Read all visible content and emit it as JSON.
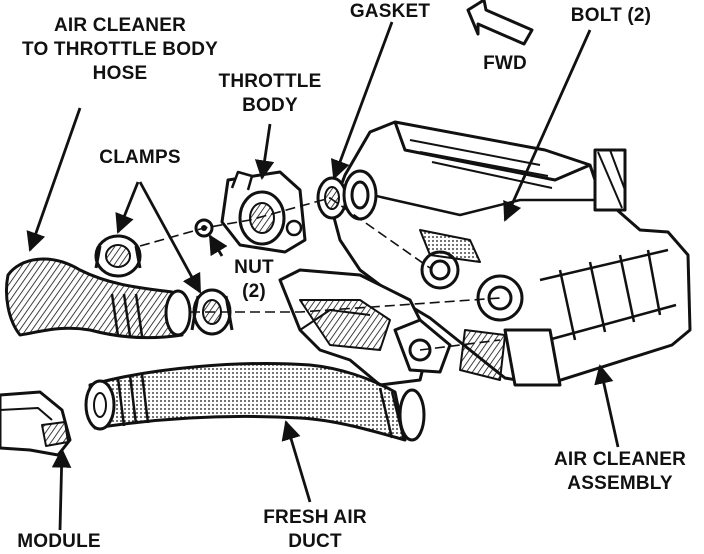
{
  "labels": {
    "air_cleaner_hose": [
      "AIR CLEANER",
      "TO THROTTLE BODY",
      "HOSE"
    ],
    "throttle_body": [
      "THROTTLE",
      "BODY"
    ],
    "clamps": "CLAMPS",
    "gasket": "GASKET",
    "bolt": "BOLT (2)",
    "fwd": "FWD",
    "nut": [
      "NUT",
      "(2)"
    ],
    "air_cleaner_assembly": [
      "AIR CLEANER",
      "ASSEMBLY"
    ],
    "fresh_air_duct": [
      "FRESH AIR",
      "DUCT"
    ],
    "module": "MODULE"
  },
  "colors": {
    "ink": "#111111",
    "paper": "#ffffff"
  },
  "icons": {
    "fwd_arrow": "forward-arrow-icon"
  }
}
